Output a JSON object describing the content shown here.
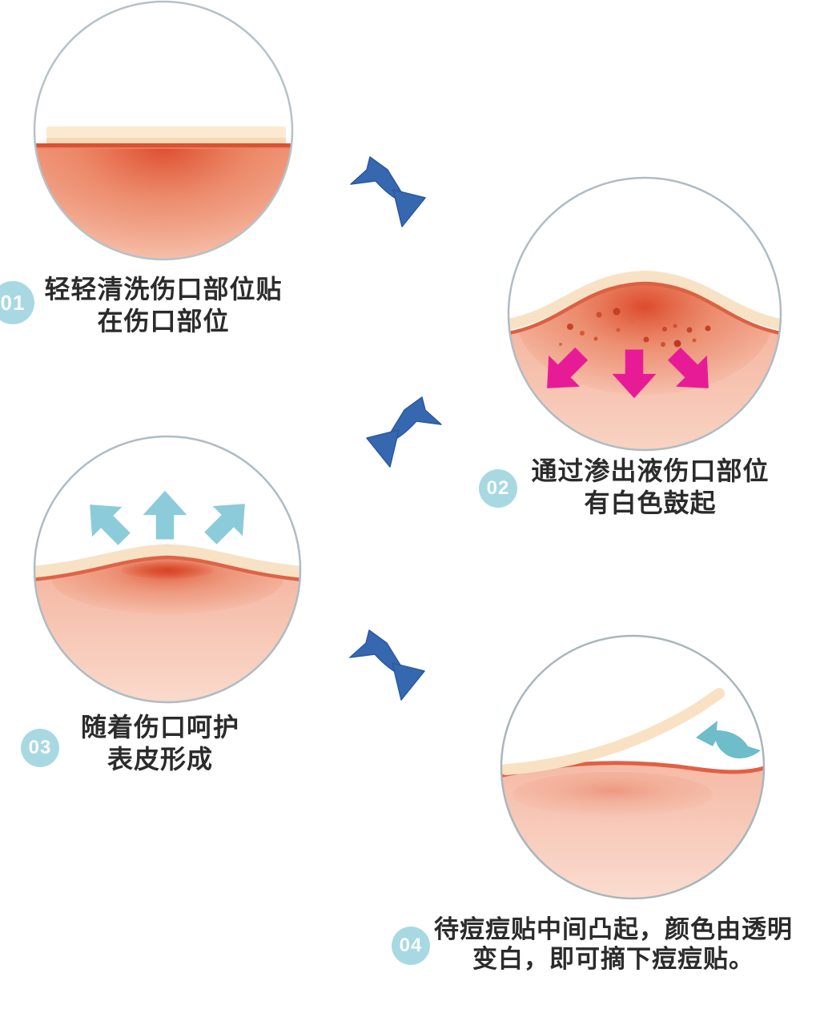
{
  "page": {
    "background": "#ffffff",
    "description": "Acne patch usage instructions, four illustrated steps"
  },
  "steps": [
    {
      "number": "01",
      "caption_line1": "轻轻清洗伤口部位贴",
      "caption_line2": "在伤口部位",
      "illustration": "patch applied flat on cleaned inflamed skin"
    },
    {
      "number": "02",
      "caption_line1": "通过渗出液伤口部位",
      "caption_line2": "有白色鼓起",
      "illustration": "wound exudate absorbed, white bulge, magenta arrows pointing down"
    },
    {
      "number": "03",
      "caption_line1": "随着伤口呵护",
      "caption_line2": "表皮形成",
      "illustration": "epidermis forming, teal arrows pointing up"
    },
    {
      "number": "04",
      "caption_line1": "待痘痘贴中间凸起，颜色由透明",
      "caption_line2": "变白，即可摘下痘痘贴。",
      "illustration": "patch peeled off with teal curved arrow"
    }
  ],
  "flow_arrows": [
    "down-right",
    "down-left",
    "down-right"
  ],
  "colors": {
    "badge_blue": "#a8d9e2",
    "flow_arrow_blue": "#3568af",
    "absorb_arrow_magenta": "#e81b97",
    "heal_arrow_teal": "#8ccbd9",
    "skin_red": "#db4526",
    "skin_pink_light": "#f9d3c4",
    "skin_surface_line": "#db6143",
    "patch_cream": "#fbe9d1",
    "circle_outline": "#aebcc4",
    "caption_text": "#2b2b2b"
  }
}
